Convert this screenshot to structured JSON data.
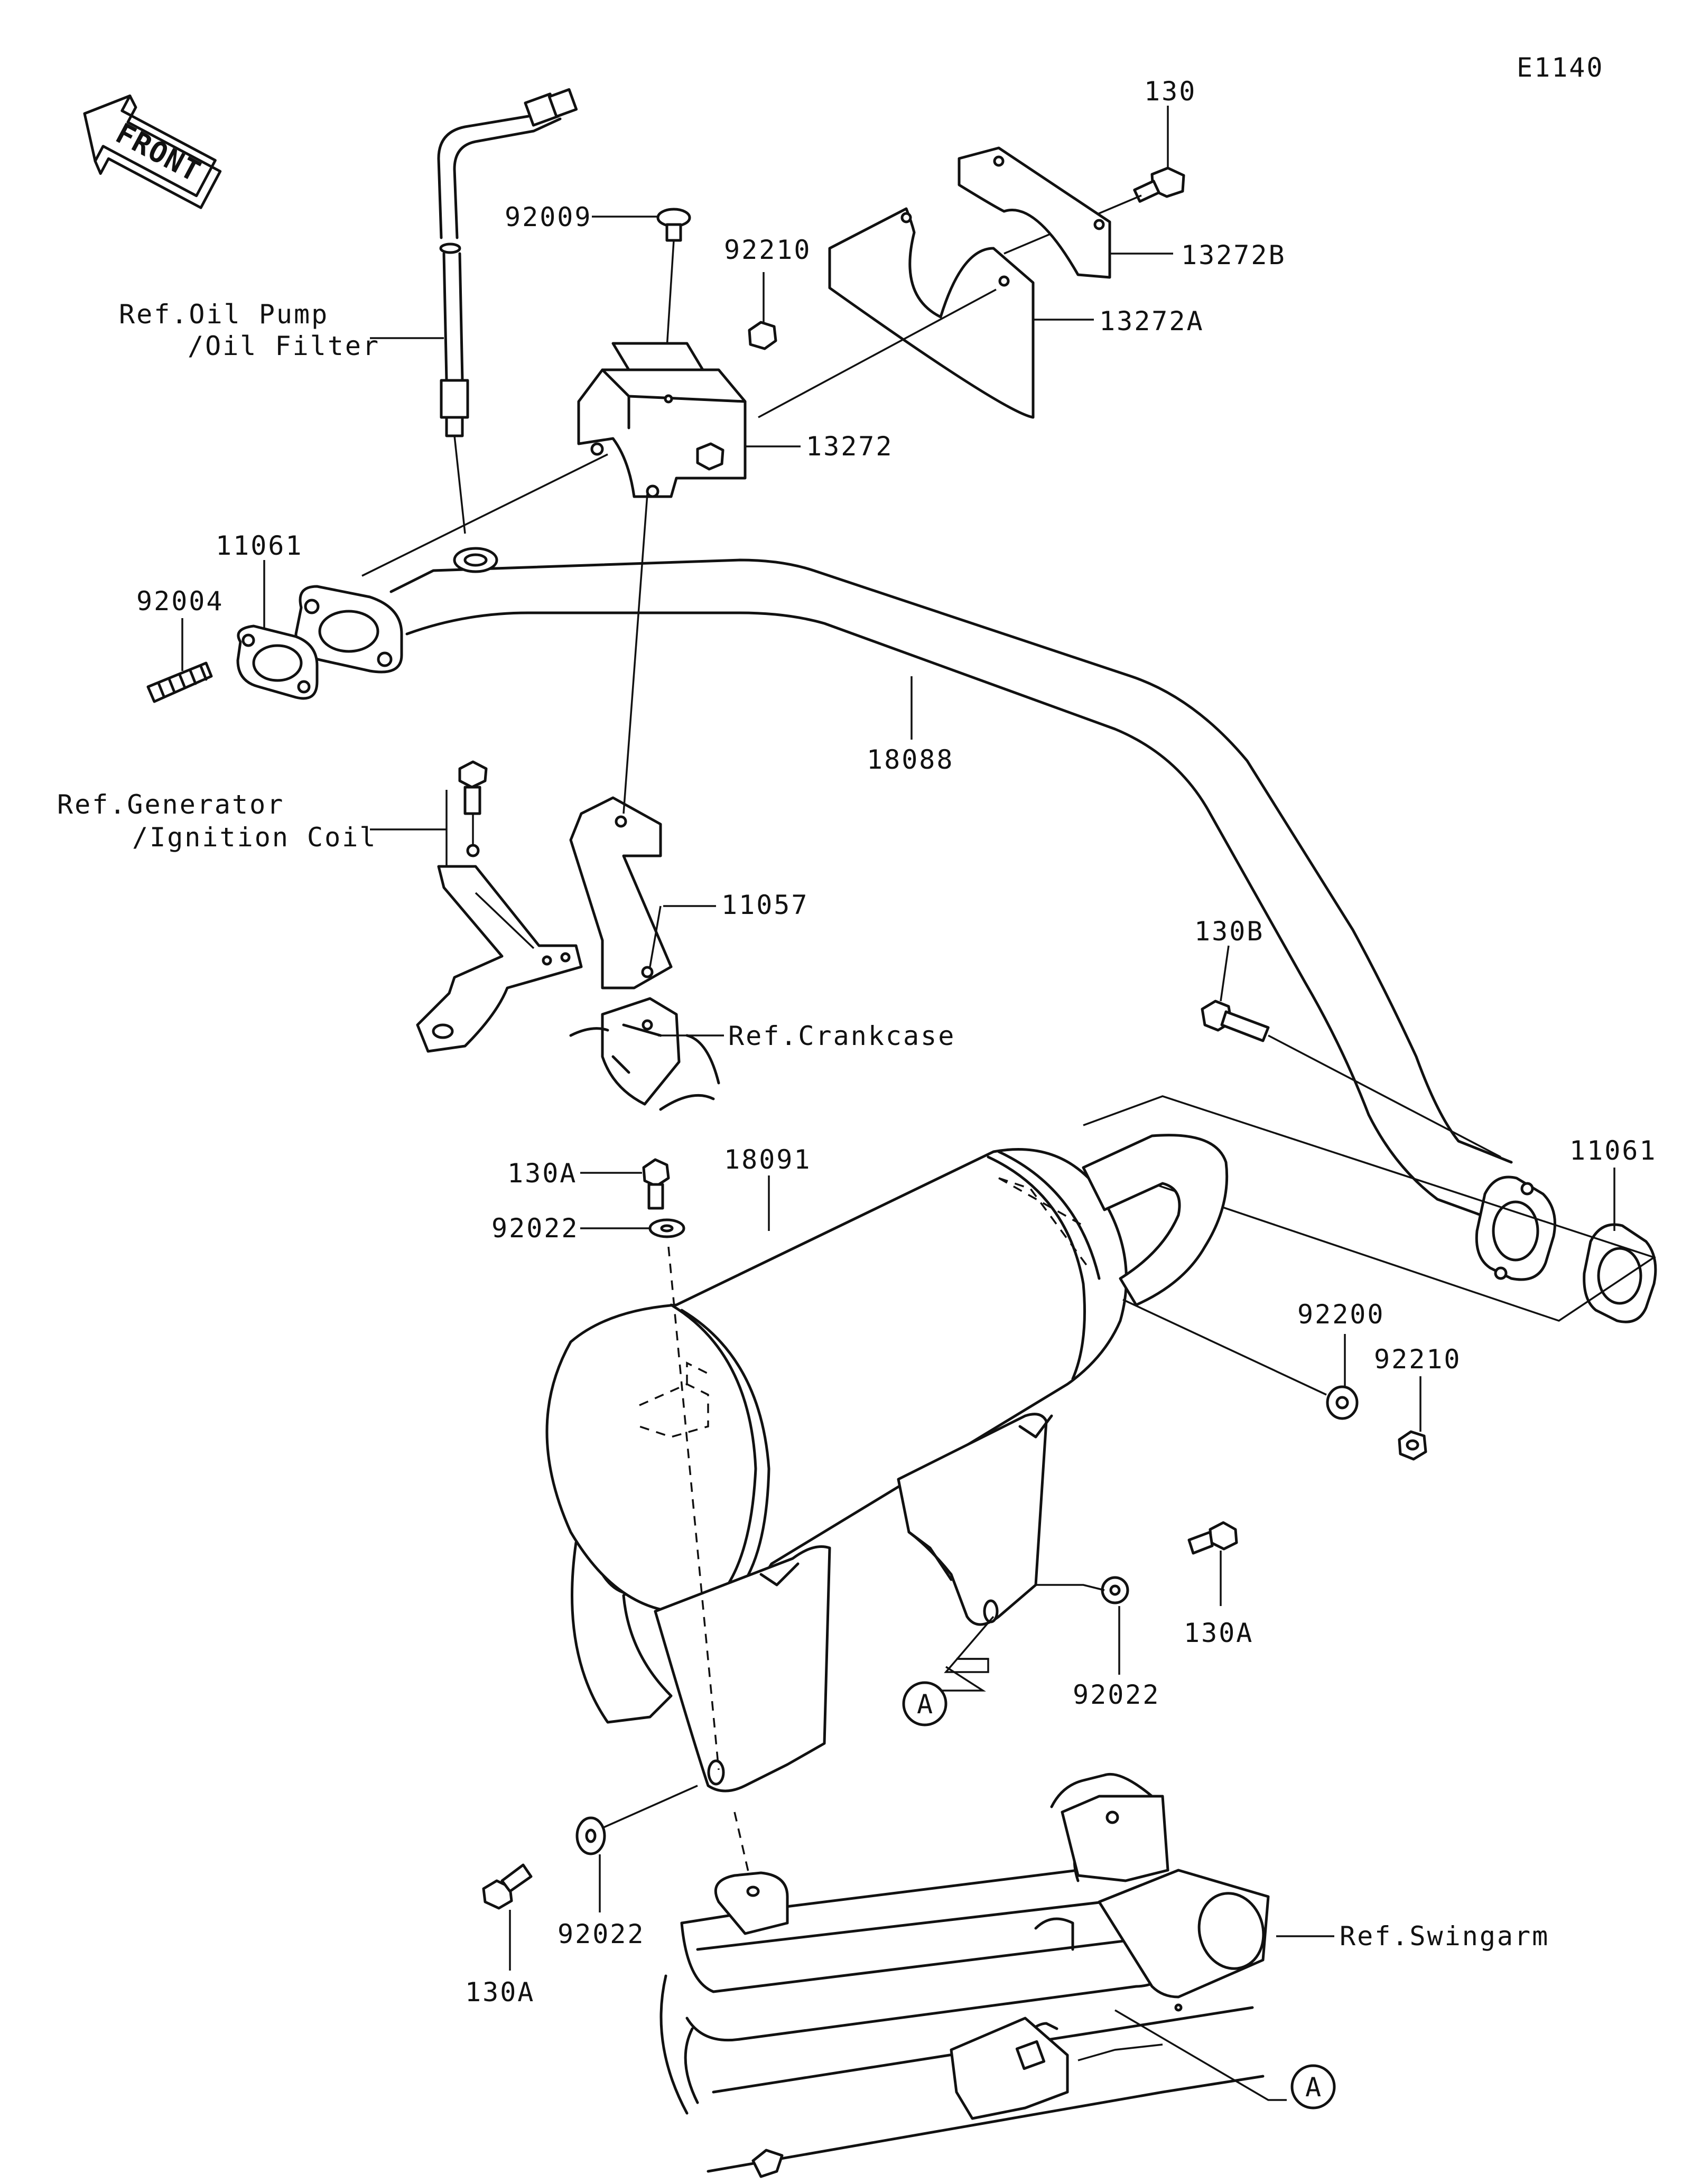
{
  "diagram_code": "E1140",
  "orientation": "FRONT",
  "parts": {
    "p130": "130",
    "p13272B": "13272B",
    "p92009": "92009",
    "p92210_top": "92210",
    "p13272A": "13272A",
    "p13272": "13272",
    "p11061_left": "11061",
    "p92004": "92004",
    "p18088": "18088",
    "p11057": "11057",
    "p130B": "130B",
    "p130A_mid": "130A",
    "p18091": "18091",
    "p92022_mid": "92022",
    "p11061_right": "11061",
    "p92200": "92200",
    "p92210_right": "92210",
    "p130A_right": "130A",
    "p92022_right": "92022",
    "p92022_bottom": "92022",
    "p130A_bottom": "130A"
  },
  "refs": {
    "oil_pump_line1": "Ref.Oil Pump",
    "oil_pump_line2": "/Oil Filter",
    "generator_line1": "Ref.Generator",
    "generator_line2": "/Ignition Coil",
    "crankcase": "Ref.Crankcase",
    "swingarm": "Ref.Swingarm"
  },
  "markers": {
    "a1": "A",
    "a2": "A"
  }
}
